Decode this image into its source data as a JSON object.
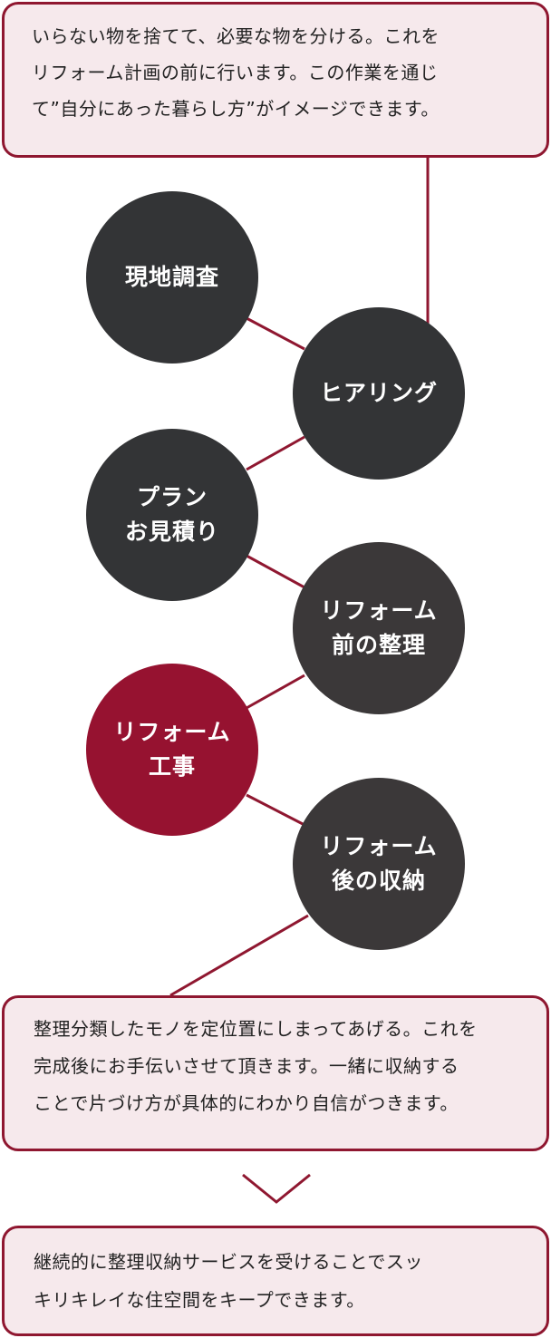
{
  "colors": {
    "accent": "#8f1730",
    "box_fill": "#f6e9ec",
    "circle_dark": "#333436",
    "circle_highlight": "#961230",
    "text": "#222222"
  },
  "intro_box": {
    "lines": [
      "いらない物を捨てて、必要な物を分ける。これを",
      "リフォーム計画の前に行います。この作業を通じ",
      "て”自分にあった暮らし方”がイメージできます。"
    ]
  },
  "steps": [
    {
      "lines": [
        "現地調査"
      ]
    },
    {
      "lines": [
        "ヒアリング"
      ]
    },
    {
      "lines": [
        "プラン",
        "お見積り"
      ]
    },
    {
      "lines": [
        "リフォーム",
        "前の整理"
      ]
    },
    {
      "lines": [
        "リフォーム",
        "工事"
      ],
      "highlighted": true
    },
    {
      "lines": [
        "リフォーム",
        "後の収納"
      ]
    }
  ],
  "after_box": {
    "lines": [
      "整理分類したモノを定位置にしまってあげる。これを",
      "完成後にお手伝いさせて頂きます。一緒に収納する",
      "ことで片づけ方が具体的にわかり自信がつきます。"
    ]
  },
  "arrow_icon": "chevron-down-icon",
  "ongoing_box": {
    "lines": [
      "継続的に整理収納サービスを受けることでスッ",
      "キリキレイな住空間をキープできます。"
    ]
  }
}
